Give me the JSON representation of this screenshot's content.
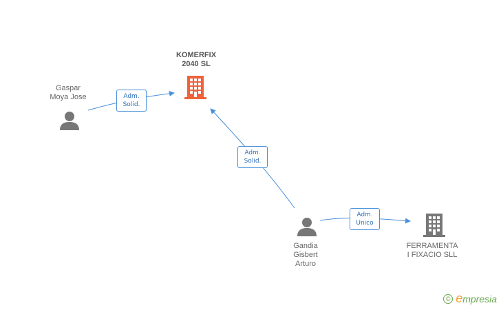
{
  "nodes": {
    "komerfix": {
      "name_line1": "KOMERFIX",
      "name_line2": "2040 SL"
    },
    "gaspar": {
      "name_line1": "Gaspar",
      "name_line2": "Moya Jose"
    },
    "gandia": {
      "name_line1": "Gandia",
      "name_line2": "Gisbert",
      "name_line3": "Arturo"
    },
    "ferramenta": {
      "name_line1": "FERRAMENTA",
      "name_line2": "I FIXACIO SLL"
    }
  },
  "relations": {
    "gaspar_komerfix": {
      "line1": "Adm.",
      "line2": "Solid."
    },
    "gandia_komerfix": {
      "line1": "Adm.",
      "line2": "Solid."
    },
    "gandia_ferramenta": {
      "line1": "Adm.",
      "line2": "Unico"
    }
  },
  "footer": {
    "copyright_symbol": "©",
    "brand_initial": "e",
    "brand_rest": "mpresia"
  },
  "colors": {
    "main_company": "#f0623a",
    "company": "#777777",
    "person": "#777777",
    "link": "#4a90d9",
    "brand": "#6aa84f"
  },
  "icons": {
    "person": "person-icon",
    "company": "building-icon"
  }
}
